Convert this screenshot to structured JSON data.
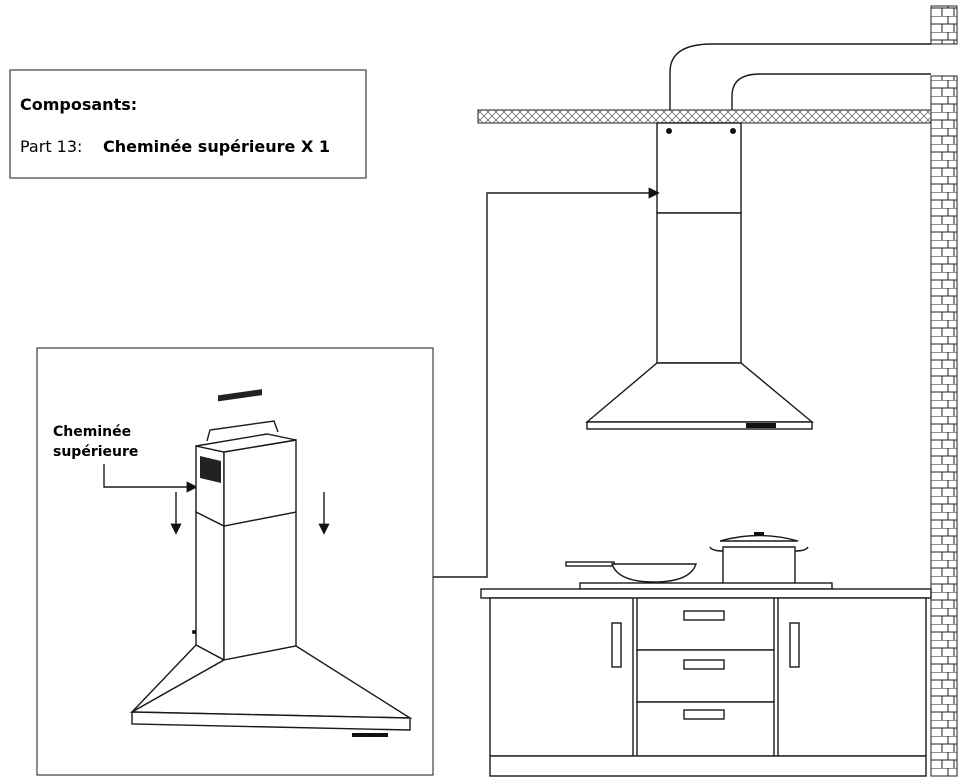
{
  "components_box": {
    "heading": "Composants:",
    "part_prefix": "Part 13:",
    "part_name": "Cheminée supérieure X 1"
  },
  "callout": {
    "line1": "Cheminée",
    "line2": "supérieure"
  }
}
